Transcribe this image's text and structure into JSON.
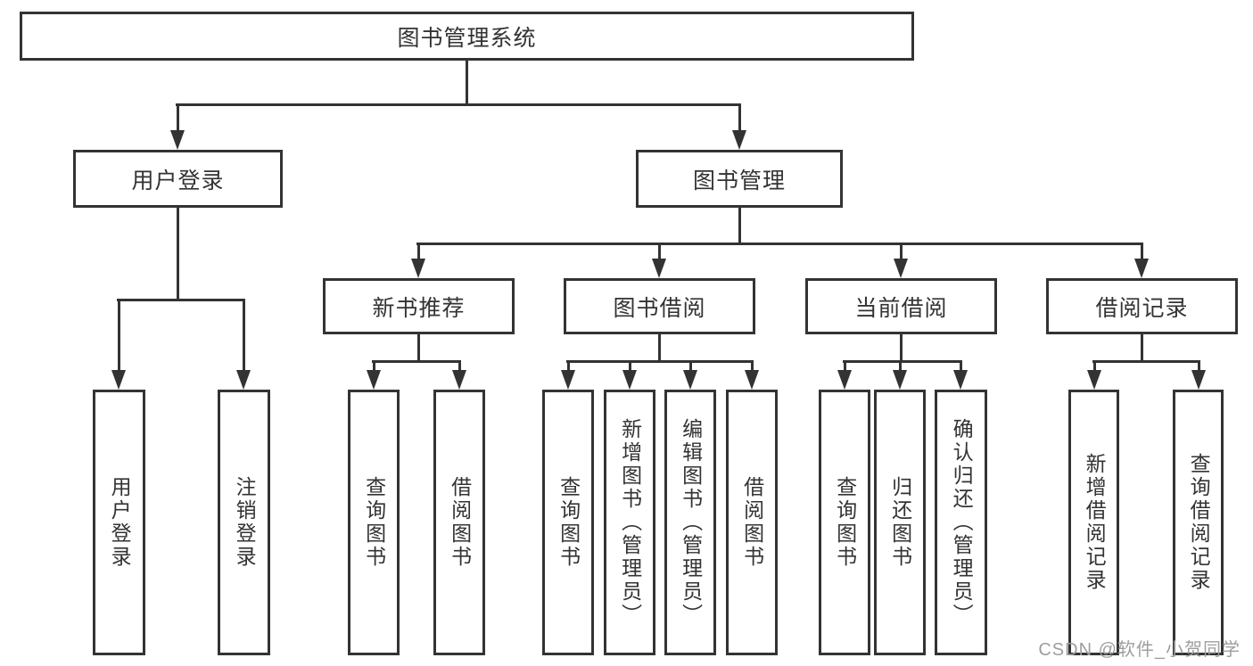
{
  "diagram": {
    "root": {
      "label": "图书管理系统"
    },
    "level2": [
      {
        "label": "用户登录"
      },
      {
        "label": "图书管理"
      }
    ],
    "level3": [
      {
        "label": "新书推荐"
      },
      {
        "label": "图书借阅"
      },
      {
        "label": "当前借阅"
      },
      {
        "label": "借阅记录"
      }
    ],
    "leaves": [
      {
        "label": "用户登录"
      },
      {
        "label": "注销登录"
      },
      {
        "label": "查询图书"
      },
      {
        "label": "借阅图书"
      },
      {
        "label": "查询图书"
      },
      {
        "label": "新增图书（管理员）"
      },
      {
        "label": "编辑图书（管理员）"
      },
      {
        "label": "借阅图书"
      },
      {
        "label": "查询图书"
      },
      {
        "label": "归还图书"
      },
      {
        "label": "确认归还（管理员）"
      },
      {
        "label": "新增借阅记录"
      },
      {
        "label": "查询借阅记录"
      }
    ],
    "colors": {
      "line": "#333333",
      "text": "#333333",
      "background": "#ffffff"
    }
  },
  "watermark": {
    "text": "CSDN @软件_小贺同学",
    "color": "#9e9e9e"
  }
}
